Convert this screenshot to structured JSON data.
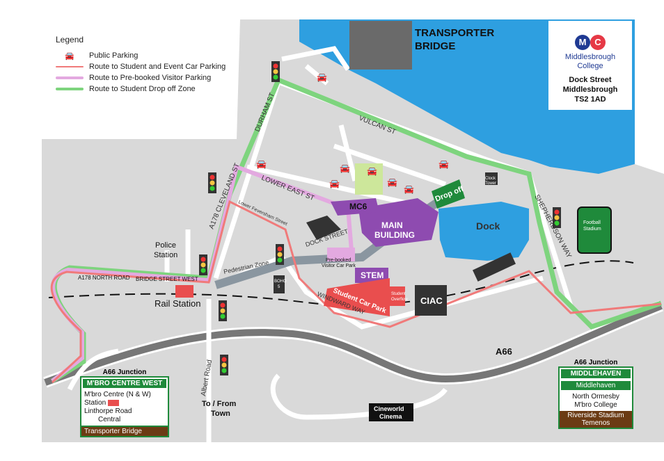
{
  "legend": {
    "title": "Legend",
    "items": [
      {
        "label": "Public Parking",
        "icon": "car-icon"
      },
      {
        "label": "Route to Student and Event Car Parking",
        "color": "#f07a7a"
      },
      {
        "label": "Route to Pre-booked Visitor Parking",
        "color": "#e3a9e0"
      },
      {
        "label": "Route to Student Drop off Zone",
        "color": "#7ed47e"
      }
    ]
  },
  "header": {
    "transporter_line1": "TRANSPORTER",
    "transporter_line2": "BRIDGE"
  },
  "logo": {
    "m": "M",
    "c": "C",
    "name_line1": "Middlesbrough",
    "name_line2": "College",
    "address_line1": "Dock Street",
    "address_line2": "Middlesbrough",
    "address_line3": "TS2 1AD"
  },
  "streets": {
    "vulcan": "VULCAN ST",
    "durham": "DURHAM ST",
    "lower_east": "LOWER EAST ST",
    "cleveland": "A178 CLEVELAND ST",
    "feversham": "Lower Feversham Street",
    "dock_street": "DOCK STREET",
    "north_road": "A178  NORTH ROAD",
    "bridge_street": "BRIDGE STREET WEST",
    "pedestrian": "Pedestrian Zone",
    "windward": "WINDWARD WAY",
    "shepherdson": "SHEPHERDSON WAY",
    "albert": "Albert Road",
    "a66": "A66"
  },
  "places": {
    "mc6": "MC6",
    "main1": "MAIN",
    "main2": "BUILDING",
    "stem": "STEM",
    "student_car_park": "Student Car Park",
    "student_overflow1": "Student",
    "student_overflow2": "Overflow",
    "ciac": "CIAC",
    "dock": "Dock",
    "drop_off": "Drop off",
    "clock1": "Clock",
    "clock2": "Tower",
    "football1": "Football",
    "football2": "Stadium",
    "prebooked1": "Pre-booked",
    "prebooked2": "Visitor Car Park",
    "boho1": "BOHO",
    "boho2": "5",
    "police1": "Police",
    "police2": "Station",
    "rail": "Rail Station",
    "town1": "To / From",
    "town2": "Town",
    "cineworld1": "Cineworld",
    "cineworld2": "Cinema"
  },
  "sign_west": {
    "head": "A66 Junction",
    "title": "M'BRO CENTRE WEST",
    "line1": "M'bro Centre (N & W)",
    "line2": "Station",
    "line3": "Linthorpe Road",
    "line4": "Central",
    "brown": "Transporter Bridge"
  },
  "sign_east": {
    "head": "A66 Junction",
    "title": "MIDDLEHAVEN",
    "line1": "Middlehaven",
    "line2": "North Ormesby",
    "line3": "M'bro College",
    "brown1": "Riverside Stadium",
    "brown2": "Temenos"
  },
  "colors": {
    "land": "#d9d9d9",
    "water": "#2e9fe0",
    "road": "#ffffff",
    "route_student": "#f07a7a",
    "route_visitor": "#e3a9e0",
    "route_dropoff": "#7ed47e",
    "building_purple": "#8e4bb0",
    "car_park_red": "#e94e4e",
    "dark_building": "#333333",
    "sign_green": "#1f8a3b",
    "sign_brown": "#6b3b14"
  }
}
